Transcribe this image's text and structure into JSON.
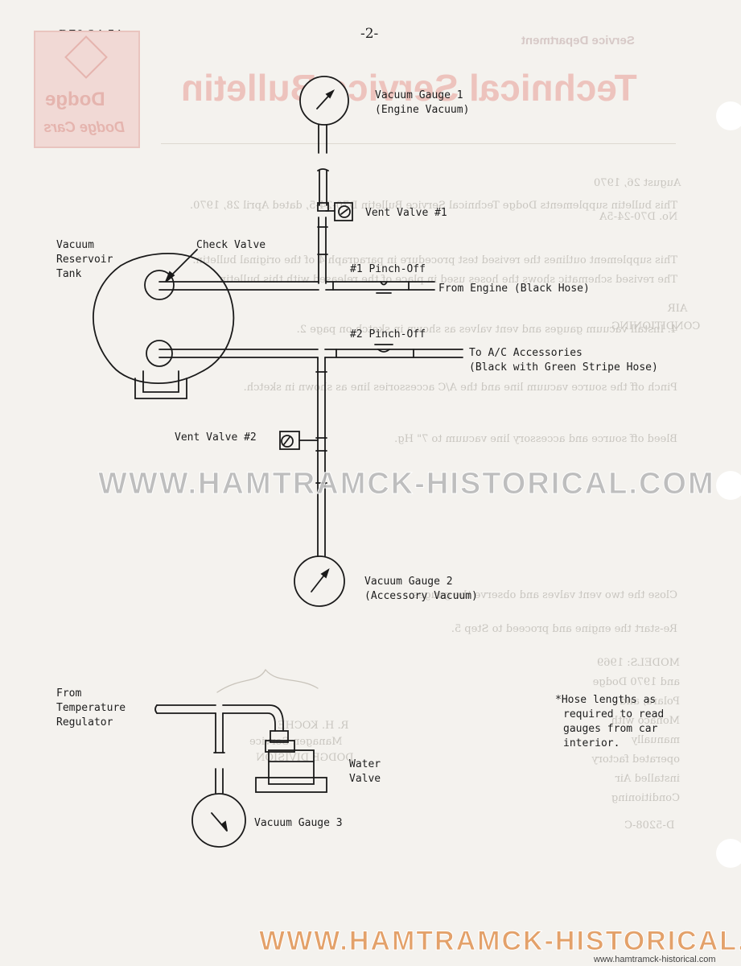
{
  "header": {
    "bulletin_number": "D70-24-5A",
    "page_number": "-2-"
  },
  "background_bleed": {
    "department": "Service Department",
    "title": "Technical Service Bulletin",
    "brand": "Dodge",
    "brand_script": "Dodge Cars",
    "date": "August 26, 1970",
    "number": "No. D70-24-5A",
    "category_1": "AIR",
    "category_2": "CONDITIONING",
    "models": "MODELS: 1969 and 1970 Dodge Polara, and Monaco with manually operated factory installed Air Conditioning",
    "signature_name": "R. H. KOCHE",
    "signature_title_1": "Manager, Service",
    "signature_title_2": "DODGE DIVISION",
    "form_number": "D-5208-C",
    "paragraphs": [
      "This bulletin supplements Dodge Technical Service Bulletin D70-24-5, dated April 28, 1970.",
      "This supplement outlines the revised test procedure in paragraph 4 of the original bulletin. The revised schematic shows the hoses used in place of the released with this bulletin.",
      "4. Install vacuum gauges and vent valves as shown in sketch on page 2.",
      "Pinch off the source vacuum line and the A/C accessories line as shown in sketch.",
      "Bleed off source and accessory line vacuum to 7\" Hg.",
      "Close the two vent valves and observe the gauges.",
      "Re-start the engine and proceed to Step 5."
    ]
  },
  "diagram": {
    "gauge1_line1": "Vacuum Gauge 1",
    "gauge1_line2": "(Engine Vacuum)",
    "vent_valve_1": "Vent Valve #1",
    "reservoir_line1": "Vacuum",
    "reservoir_line2": "Reservoir",
    "reservoir_line3": "Tank",
    "check_valve": "Check Valve",
    "pinch_off_1": "#1 Pinch-Off",
    "from_engine": "From Engine (Black Hose)",
    "pinch_off_2": "#2 Pinch-Off",
    "to_ac_line1": "To A/C Accessories",
    "to_ac_line2": "(Black with Green Stripe Hose)",
    "vent_valve_2": "Vent Valve #2",
    "gauge2_line1": "Vacuum Gauge 2",
    "gauge2_line2": "(Accessory Vacuum)",
    "from_temp_line1": "From",
    "from_temp_line2": "Temperature",
    "from_temp_line3": "Regulator",
    "water_valve_line1": "Water",
    "water_valve_line2": "Valve",
    "gauge3": "Vacuum Gauge 3",
    "note_line1": "*Hose lengths as",
    "note_line2": "required to read",
    "note_line3": "gauges from car",
    "note_line4": "interior."
  },
  "watermark": {
    "text_middle": "WWW.HAMTRAMCK-HISTORICAL.COM",
    "text_bottom": "WWW.HAMTRAMCK-HISTORICAL.COM",
    "url_small": "www.hamtramck-historical.com",
    "color_middle": "#b9b9b9",
    "color_bottom": "#e3a16a"
  }
}
